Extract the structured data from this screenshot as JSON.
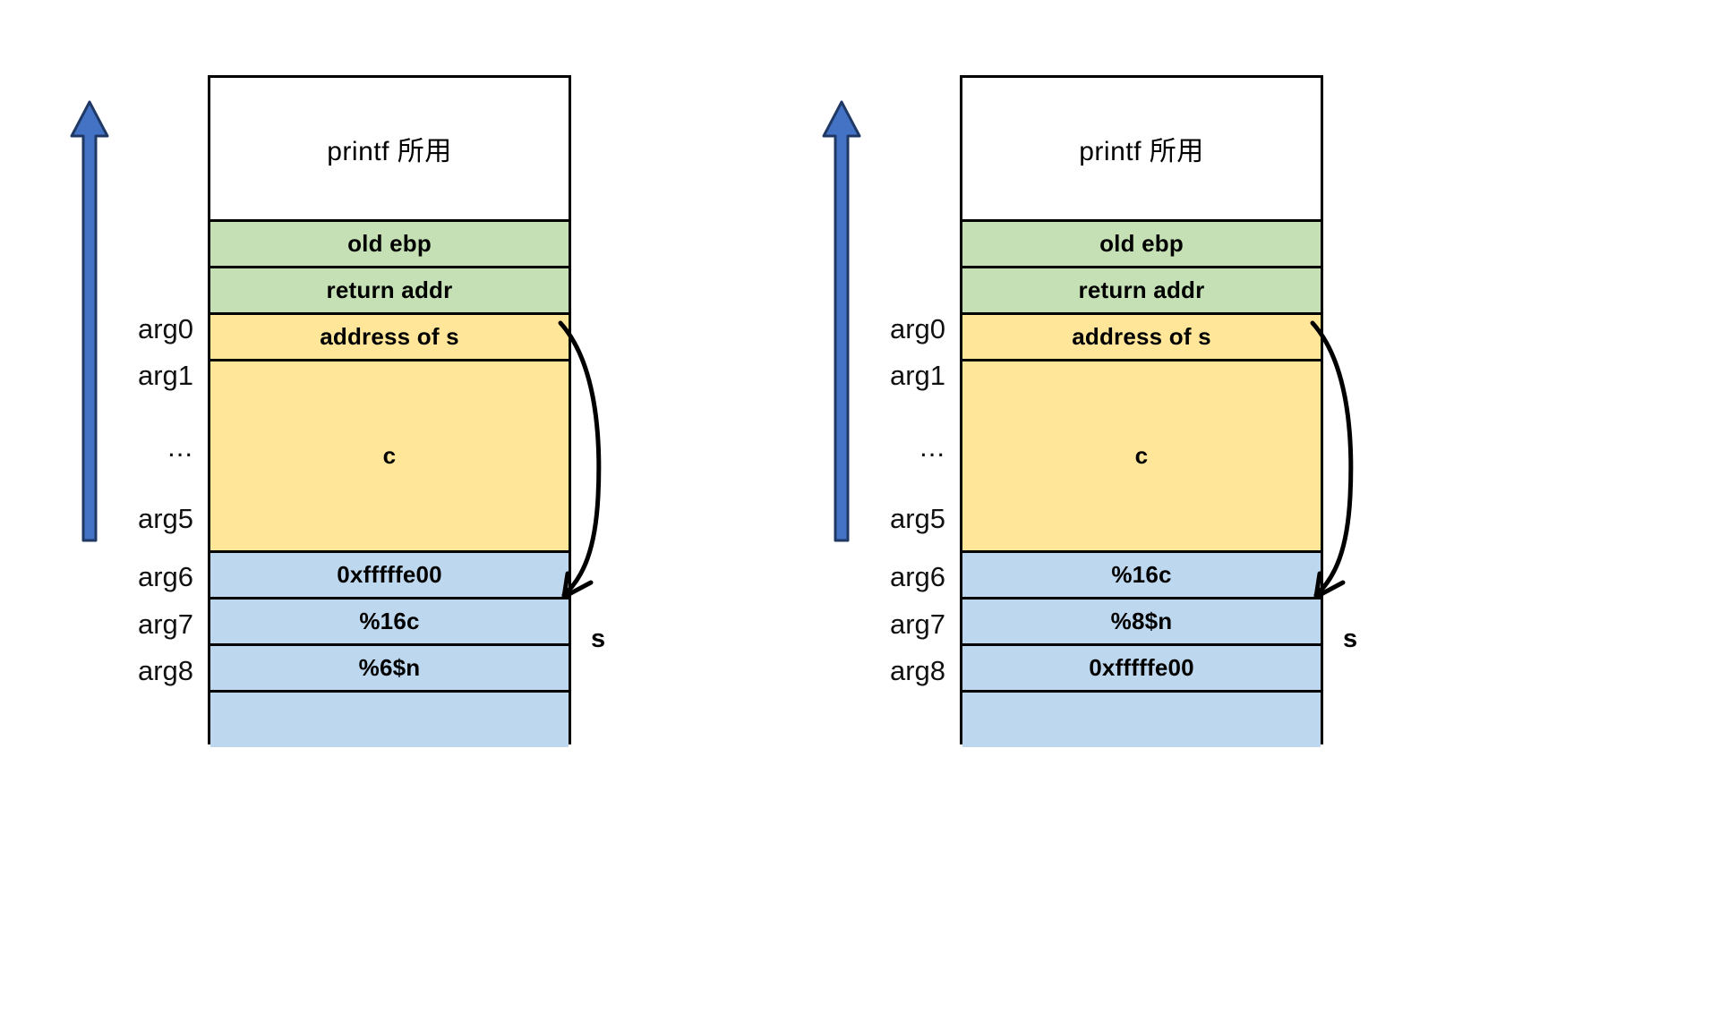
{
  "diagrams": [
    {
      "id": "left",
      "arg_labels": [
        "arg0",
        "arg1",
        "...",
        "arg5",
        "arg6",
        "arg7",
        "arg8"
      ],
      "pointer_label": "s",
      "slots": [
        {
          "name": "printf-scratch",
          "text": "printf 所用",
          "color": "#ffffff"
        },
        {
          "name": "old-ebp",
          "text": "old ebp",
          "color": "#c5e0b4"
        },
        {
          "name": "return-addr",
          "text": "return addr",
          "color": "#c5e0b4"
        },
        {
          "name": "address-of-s",
          "text": "address of s",
          "color": "#ffe699"
        },
        {
          "name": "c-args",
          "text": "c",
          "color": "#ffe699"
        },
        {
          "name": "arg6-value",
          "text": "0xfffffe00",
          "color": "#bdd7ee"
        },
        {
          "name": "arg7-value",
          "text": "%16c",
          "color": "#bdd7ee"
        },
        {
          "name": "arg8-value",
          "text": "%6$n",
          "color": "#bdd7ee"
        },
        {
          "name": "tail-slot",
          "text": "",
          "color": "#bdd7ee"
        }
      ]
    },
    {
      "id": "right",
      "arg_labels": [
        "arg0",
        "arg1",
        "...",
        "arg5",
        "arg6",
        "arg7",
        "arg8"
      ],
      "pointer_label": "s",
      "slots": [
        {
          "name": "printf-scratch",
          "text": "printf 所用",
          "color": "#ffffff"
        },
        {
          "name": "old-ebp",
          "text": "old ebp",
          "color": "#c5e0b4"
        },
        {
          "name": "return-addr",
          "text": "return addr",
          "color": "#c5e0b4"
        },
        {
          "name": "address-of-s",
          "text": "address of s",
          "color": "#ffe699"
        },
        {
          "name": "c-args",
          "text": "c",
          "color": "#ffe699"
        },
        {
          "name": "arg6-value",
          "text": "%16c",
          "color": "#bdd7ee"
        },
        {
          "name": "arg7-value",
          "text": "%8$n",
          "color": "#bdd7ee"
        },
        {
          "name": "arg8-value",
          "text": "0xfffffe00",
          "color": "#bdd7ee"
        },
        {
          "name": "tail-slot",
          "text": "",
          "color": "#bdd7ee"
        }
      ]
    }
  ],
  "colors": {
    "arrow_blue_fill": "#4472c4",
    "arrow_blue_stroke": "#1f3864",
    "green_slot": "#c5e0b4",
    "yellow_slot": "#ffe699",
    "blue_slot": "#bdd7ee",
    "white_slot": "#ffffff",
    "outline": "#000000"
  },
  "geometry": {
    "slot_tops": [
      0,
      158,
      210,
      262,
      314,
      528,
      580,
      632,
      684
    ],
    "slot_heights": [
      158,
      52,
      52,
      52,
      214,
      52,
      52,
      52,
      64
    ],
    "arg_label_tops": [
      268,
      320,
      400,
      480,
      545,
      598,
      650
    ]
  }
}
